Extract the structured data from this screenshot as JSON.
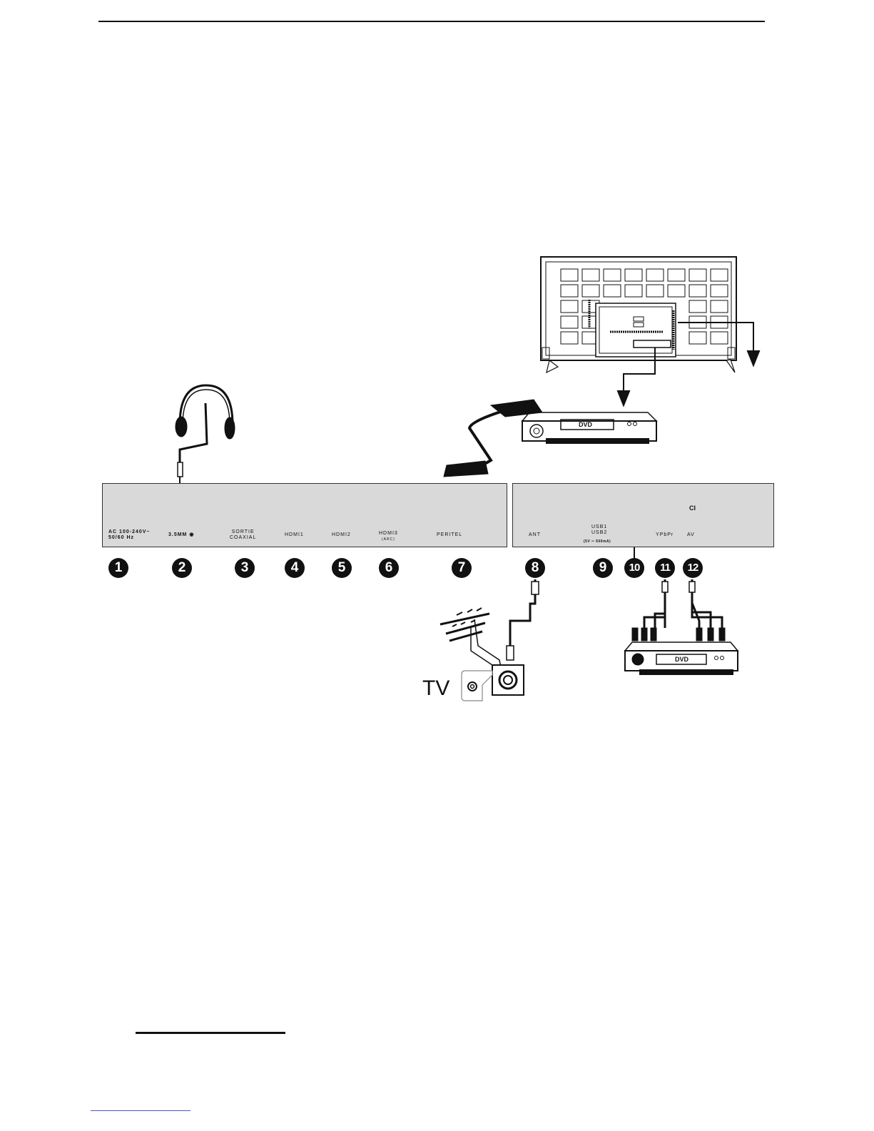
{
  "ports_left": {
    "power_line1": "AC 100-240V~",
    "power_line2": "50/60 Hz",
    "headphone": "3.5MM",
    "coaxial_line1": "SORTIE",
    "coaxial_line2": "COAXIAL",
    "hdmi1": "HDMI1",
    "hdmi2": "HDMI2",
    "hdmi3": "HDMI3",
    "hdmi3_sub": "(ARC)",
    "scart": "PERITEL"
  },
  "ports_right": {
    "ant": "ANT",
    "usb1": "USB1",
    "usb2": "USB2",
    "usb_spec": "(5V ═ 500mA)",
    "ci": "CI",
    "ypbpr": "YPbPr",
    "av": "AV"
  },
  "callouts": [
    "1",
    "2",
    "3",
    "4",
    "5",
    "6",
    "7",
    "8",
    "9",
    "10",
    "11",
    "12"
  ],
  "devices": {
    "dvd_top": "DVD",
    "dvd_bottom": "DVD",
    "tv_label": "TV"
  },
  "icons": [
    "headphone-icon",
    "tv-back-icon",
    "dvd-player-icon",
    "antenna-icon",
    "wall-socket-icon",
    "scart-cable-icon",
    "rca-cable-icon"
  ]
}
